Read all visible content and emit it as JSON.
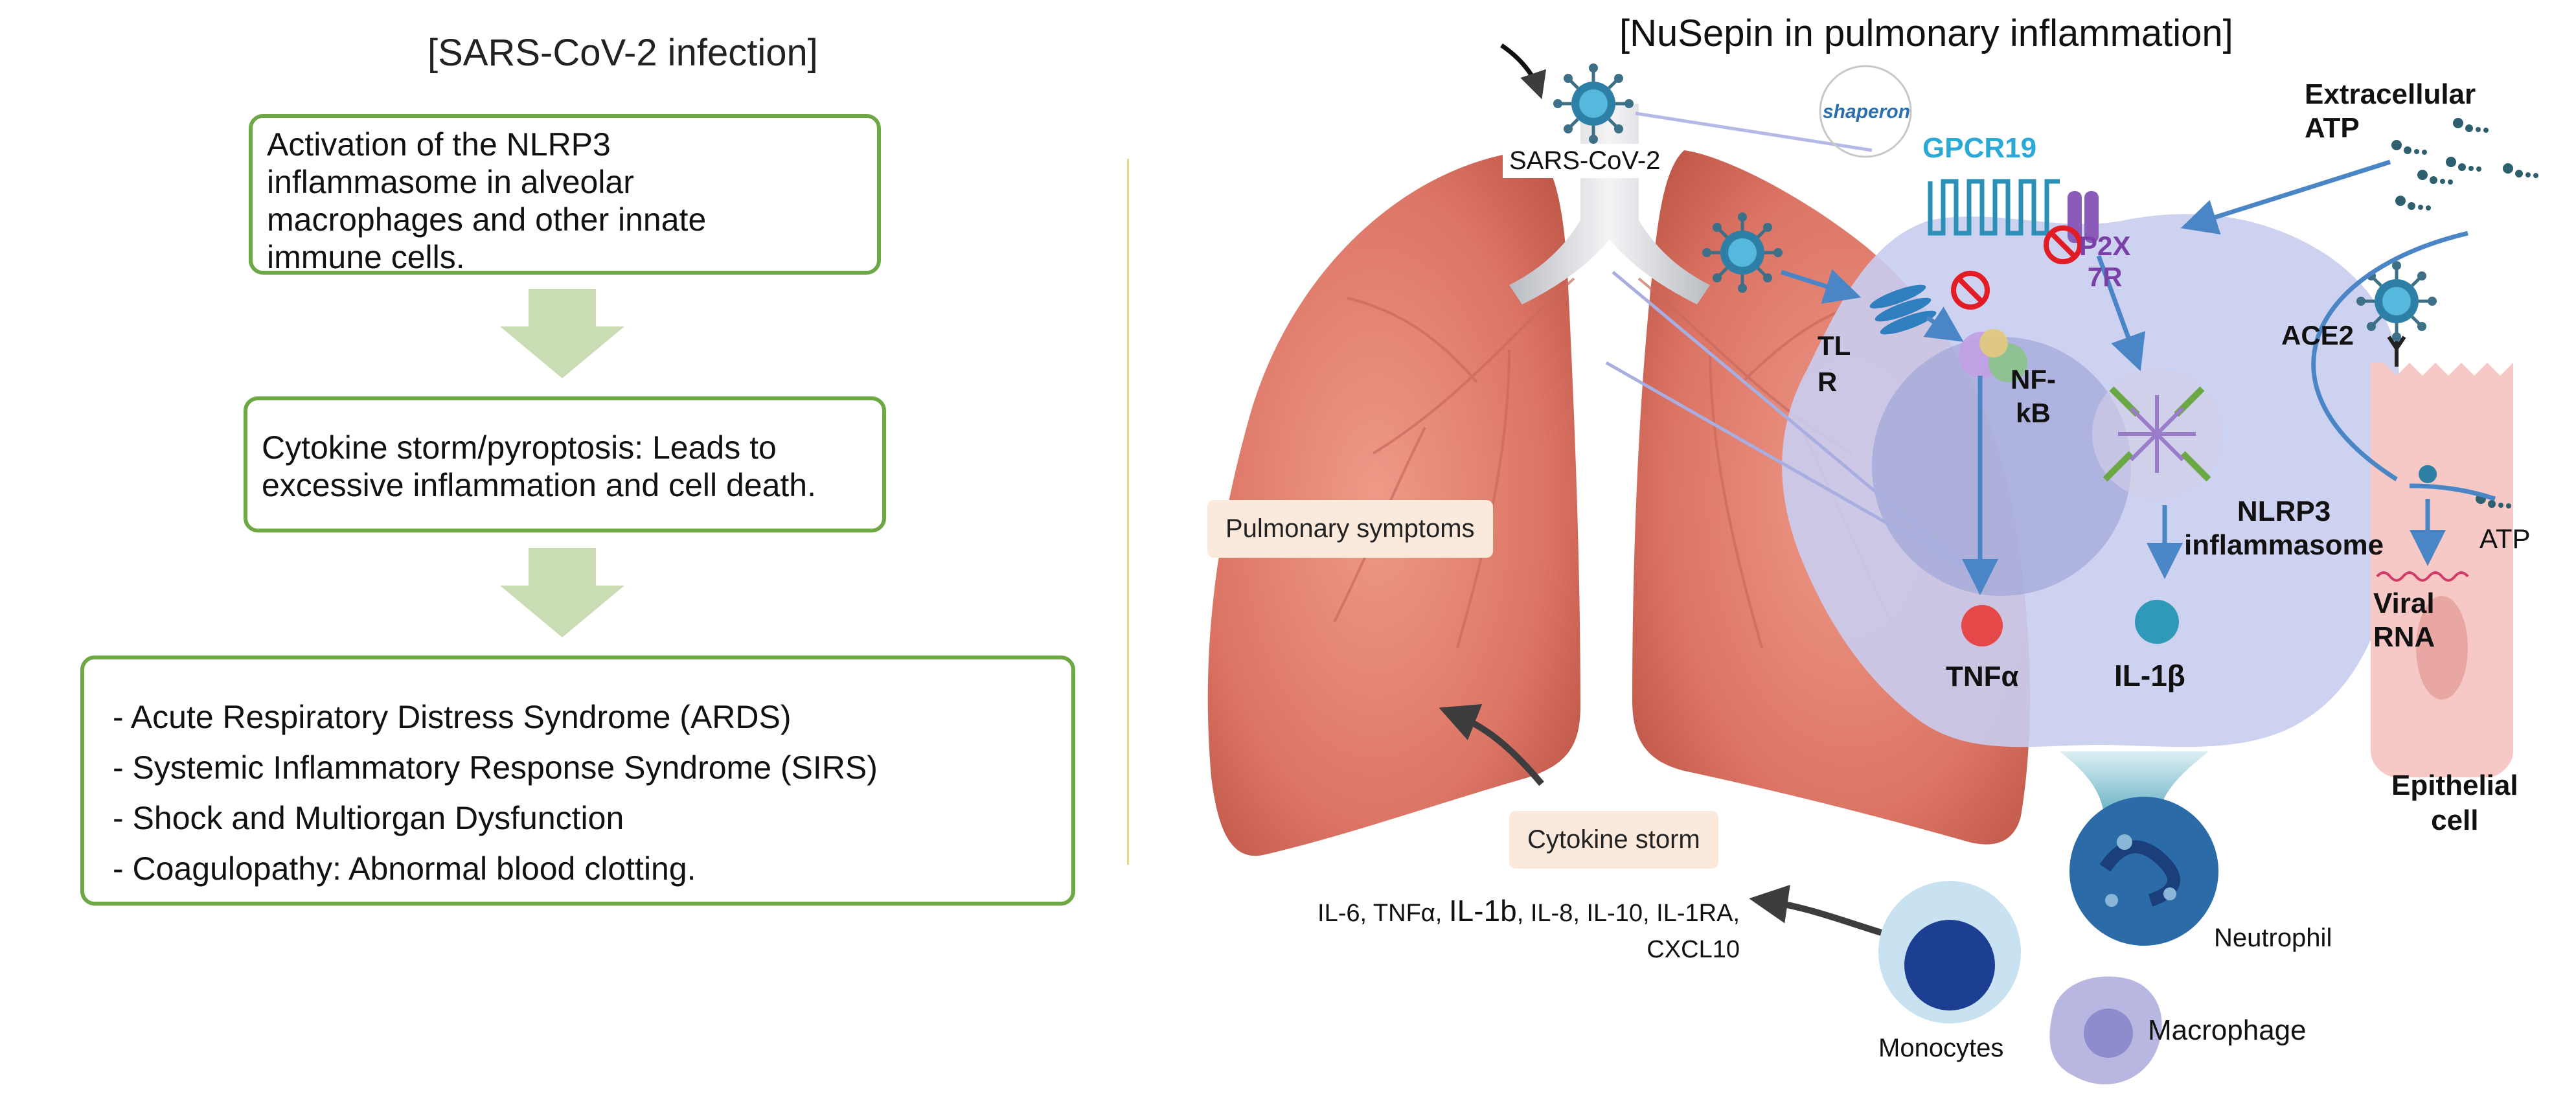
{
  "left": {
    "title": "[SARS-CoV-2 infection]",
    "box1": [
      "Activation of the NLRP3",
      "inflammasome in alveolar",
      "macrophages and other innate",
      "immune cells."
    ],
    "box2": [
      "Cytokine storm/pyroptosis: Leads to",
      "excessive inflammation and cell death."
    ],
    "box3": [
      "- Acute Respiratory Distress Syndrome (ARDS)",
      "- Systemic Inflammatory Response Syndrome (SIRS)",
      "- Shock and Multiorgan Dysfunction",
      "- Coagulopathy: Abnormal blood clotting."
    ]
  },
  "right": {
    "title": "[NuSepin in pulmonary inflammation]",
    "virus_label": "SARS-CoV-2",
    "logo_text": "shaperon",
    "gpcr": "GPCR19",
    "p2x7r": [
      "P2X",
      "7R"
    ],
    "tlr": [
      "TL",
      "R"
    ],
    "nfkb": [
      "NF-",
      "kB"
    ],
    "nlrp3": [
      "NLRP3",
      "inflammasome"
    ],
    "tnf": "TNFα",
    "il1b": "IL-1β",
    "extracellular_atp": [
      "Extracellular",
      "ATP"
    ],
    "ace2": "ACE2",
    "atp": "ATP",
    "viral_rna": [
      "Viral",
      "RNA"
    ],
    "epithelial": [
      "Epithelial",
      "cell"
    ],
    "pulmonary_symptoms": "Pulmonary symptoms",
    "cytokine_storm": "Cytokine storm",
    "cytokines": [
      "IL-6, TNFα, ",
      "IL-1b",
      ", IL-8, IL-10, IL-1RA,",
      "CXCL10"
    ],
    "neutrophil": "Neutrophil",
    "monocytes": "Monocytes",
    "macrophage": "Macrophage"
  }
}
